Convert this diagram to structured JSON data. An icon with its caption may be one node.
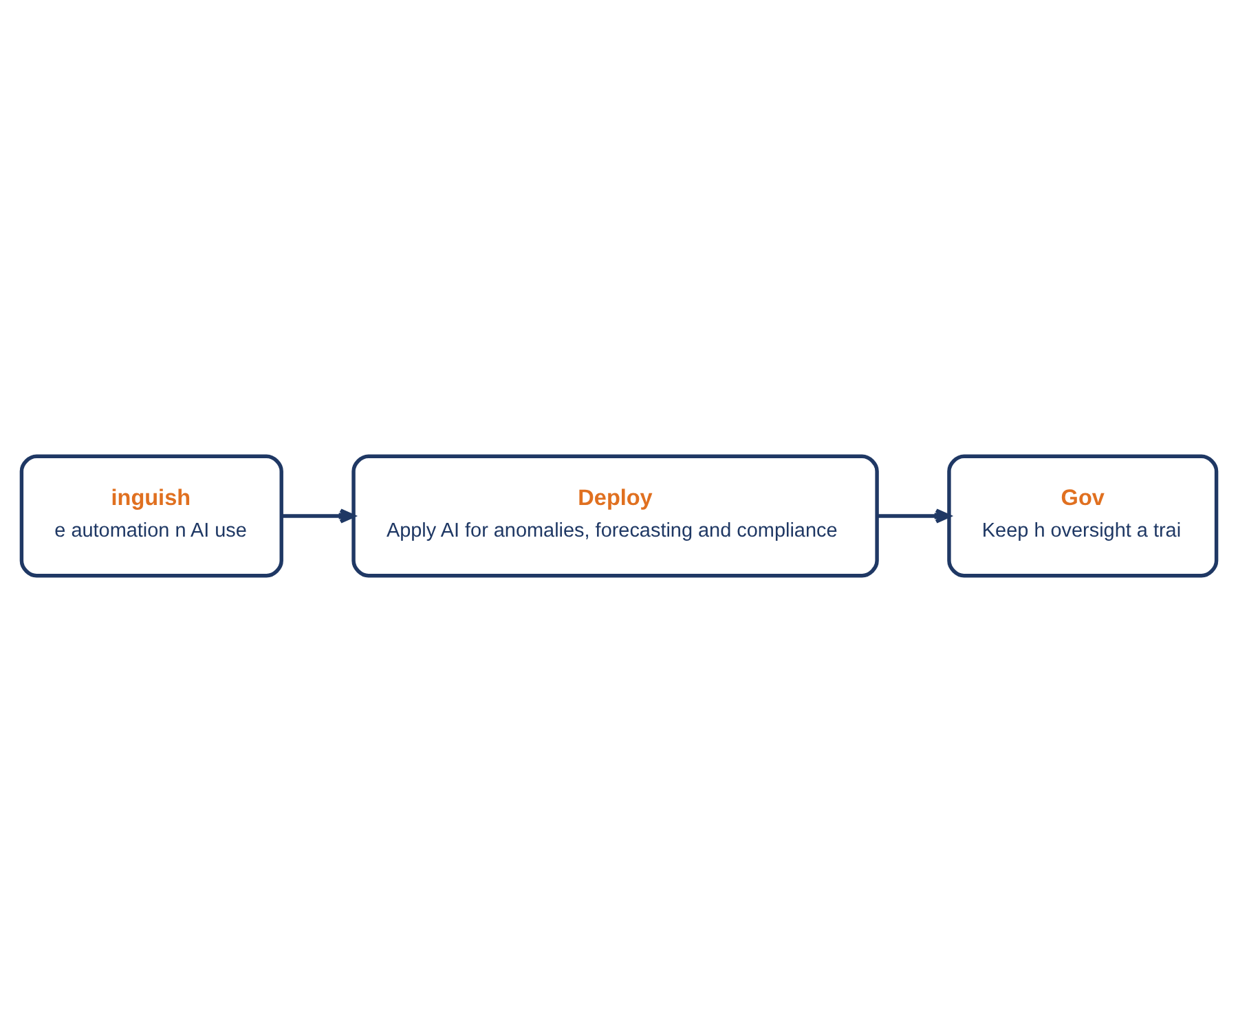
{
  "diagram": {
    "nodes": [
      {
        "text": [
          "Deploy",
          "Apply AI for anomalies, forecasting and compliance"
        ]
      },
      {
        "text": [
          "inguish",
          "e automation n AI use"
        ]
      },
      {
        "text": [
          "Gov",
          "Keep h oversight a trai"
        ]
      }
    ],
    "edges": [
      {
        "from": 1,
        "to": 0,
        "arrow": "to"
      },
      {
        "from": 0,
        "to": 2,
        "arrow": "to"
      }
    ]
  }
}
